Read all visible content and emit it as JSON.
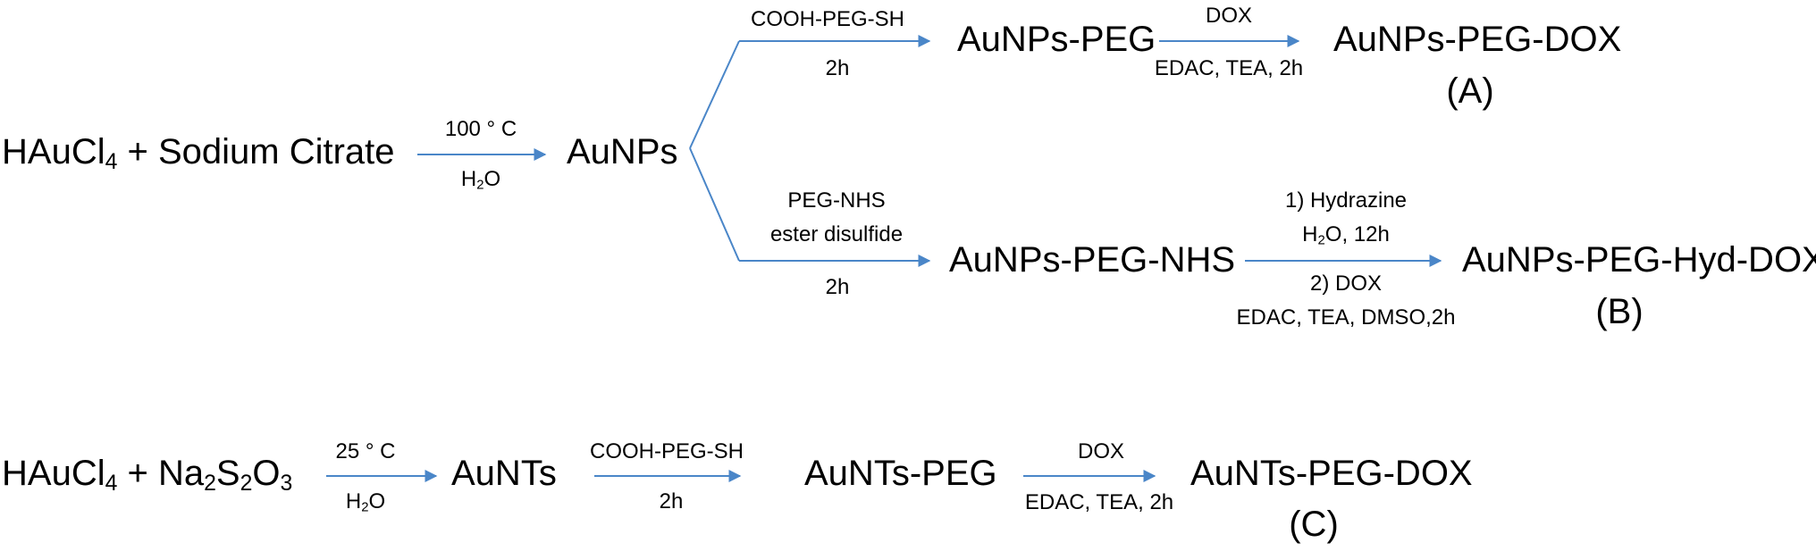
{
  "row1": {
    "reactant_prefix": "HAuCl",
    "reactant_sub": "4",
    "reactant_suffix": " + Sodium Citrate",
    "arrow1_top": "100 ° C",
    "arrow1_bottom_h": "H",
    "arrow1_bottom_2": "2",
    "arrow1_bottom_o": "O",
    "product": "AuNPs"
  },
  "branch_a": {
    "arrow1_top": "COOH-PEG-SH",
    "arrow1_bottom": "2h",
    "intermediate": "AuNPs-PEG",
    "arrow2_top": "DOX",
    "arrow2_bottom": "EDAC, TEA, 2h",
    "product": "AuNPs-PEG-DOX",
    "label": "(A)"
  },
  "branch_b": {
    "arrow1_top_line1": "PEG-NHS",
    "arrow1_top_line2": "ester disulfide",
    "arrow1_bottom": "2h",
    "intermediate": "AuNPs-PEG-NHS",
    "arrow2_top_line1": "1)   Hydrazine",
    "arrow2_top_line2_h": "H",
    "arrow2_top_line2_2": "2",
    "arrow2_top_line2_rest": "O, 12h",
    "arrow2_bottom_line1": "2) DOX",
    "arrow2_bottom_line2": "EDAC, TEA, DMSO,2h",
    "product": "AuNPs-PEG-Hyd-DOX",
    "label": "(B)"
  },
  "row3": {
    "reactant_prefix": "HAuCl",
    "reactant_sub": "4",
    "reactant_plus": " + Na",
    "na_sub": "2",
    "s": "S",
    "s_sub": "2",
    "o": "O",
    "o_sub": "3",
    "arrow1_top": "25 ° C",
    "arrow1_bottom_h": "H",
    "arrow1_bottom_2": "2",
    "arrow1_bottom_o": "O",
    "product1": "AuNTs",
    "arrow2_top": "COOH-PEG-SH",
    "arrow2_bottom": "2h",
    "intermediate": "AuNTs-PEG",
    "arrow3_top": "DOX",
    "arrow3_bottom": "EDAC, TEA, 2h",
    "product": "AuNTs-PEG-DOX",
    "label": "(C)"
  },
  "colors": {
    "arrow": "#4a86c8",
    "text": "#000000"
  }
}
